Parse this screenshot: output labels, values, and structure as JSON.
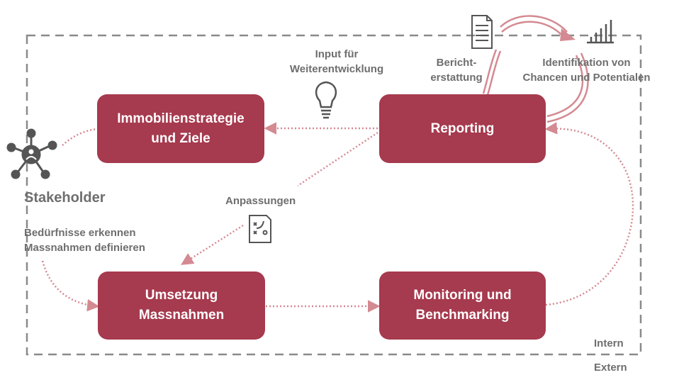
{
  "colors": {
    "accent": "#a63a4e",
    "arrow": "#d48a92",
    "text_gray": "#6e6e6e",
    "icon_gray": "#555555",
    "border_dash": "#8a8a8a"
  },
  "nodes": {
    "strategy": "Immobilienstrategie\nund Ziele",
    "reporting": "Reporting",
    "measures": "Umsetzung\nMassnahmen",
    "monitoring": "Monitoring und\nBenchmarking"
  },
  "labels": {
    "input": "Input für\nWeiterentwicklung",
    "bericht": "Bericht-\nerstattung",
    "identifikation": "Identifikation von\nChancen und Potentialen",
    "stakeholder": "Stakeholder",
    "stakeholder_tasks": "Bedürfnisse erkennen\nMassnahmen definieren",
    "anpassungen": "Anpassungen",
    "intern": "Intern",
    "extern": "Extern"
  },
  "icons": {
    "stakeholder": "network-person-icon",
    "input": "lightbulb-icon",
    "anpassungen": "strategy-board-icon",
    "bericht": "document-icon",
    "identifikation": "bar-chart-icon"
  }
}
